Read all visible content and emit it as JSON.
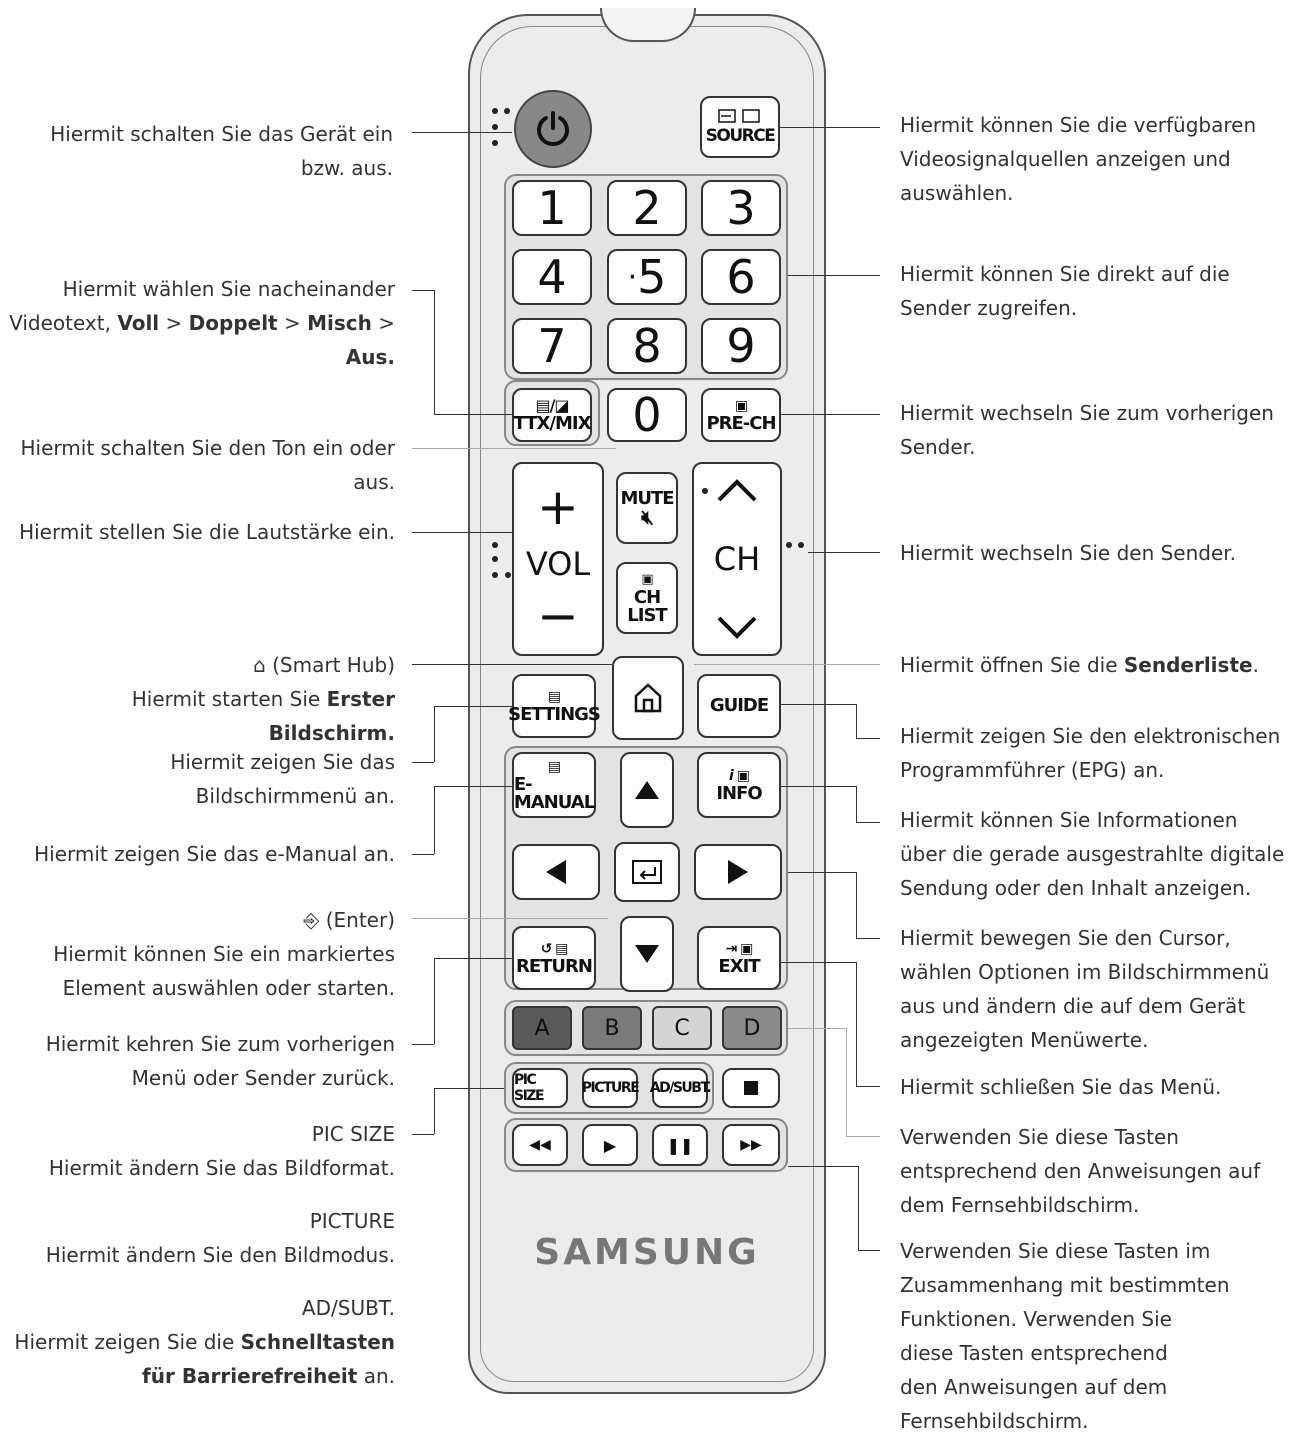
{
  "remote": {
    "brand": "SAMSUNG",
    "keys": {
      "source": "SOURCE",
      "n1": "1",
      "n2": "2",
      "n3": "3",
      "n4": "4",
      "n5": "5",
      "n6": "6",
      "n7": "7",
      "n8": "8",
      "n9": "9",
      "n0": "0",
      "ttx": "TTX/MIX",
      "prech": "PRE-CH",
      "vol": "VOL",
      "mute": "MUTE",
      "ch": "CH",
      "chlist_1": "CH",
      "chlist_2": "LIST",
      "settings": "SETTINGS",
      "guide": "GUIDE",
      "emanual": "E-MANUAL",
      "info": "INFO",
      "return": "RETURN",
      "exit": "EXIT",
      "a": "A",
      "b": "B",
      "c": "C",
      "d": "D",
      "picsize": "PIC SIZE",
      "picture": "PICTURE",
      "adsubt": "AD/SUBT."
    },
    "color_keys": {
      "a": "#5a5a5a",
      "b": "#7a7a7a",
      "c": "#d4d4d4",
      "d": "#8a8a8a"
    }
  },
  "left_labels": {
    "power": [
      "Hiermit schalten Sie das Gerät ein",
      "bzw. aus."
    ],
    "ttx_1": "Hiermit wählen Sie nacheinander",
    "ttx_2a": "Videotext, ",
    "ttx_2b": "Voll",
    "ttx_2c": " > ",
    "ttx_2d": "Doppelt",
    "ttx_2e": " > ",
    "ttx_2f": "Misch",
    "ttx_2g": " >",
    "ttx_3": "Aus.",
    "mute": [
      "Hiermit schalten Sie den Ton ein oder",
      "aus."
    ],
    "vol": "Hiermit stellen Sie die Lautstärke ein.",
    "smarthub_title": "(Smart Hub)",
    "smarthub_a": "Hiermit starten Sie ",
    "smarthub_b": "Erster Bildschirm.",
    "settings": [
      "Hiermit zeigen Sie das",
      "Bildschirmmenü an."
    ],
    "emanual": "Hiermit zeigen Sie das e-Manual an.",
    "enter_title": "(Enter)",
    "enter": [
      "Hiermit können Sie ein markiertes",
      "Element auswählen oder starten."
    ],
    "return": [
      "Hiermit kehren Sie zum vorherigen",
      "Menü oder Sender zurück."
    ],
    "picsize_title": "PIC SIZE",
    "picsize": "Hiermit ändern Sie das Bildformat.",
    "picture_title": "PICTURE",
    "picture": "Hiermit ändern Sie den Bildmodus.",
    "adsubt_title": "AD/SUBT.",
    "adsubt_a": "Hiermit zeigen Sie die ",
    "adsubt_b": "Schnelltasten",
    "adsubt_c": "für ",
    "adsubt_d": "Barrierefreiheit",
    "adsubt_e": " an."
  },
  "right_labels": {
    "source": [
      "Hiermit können Sie die verfügbaren",
      "Videosignalquellen anzeigen und",
      "auswählen."
    ],
    "numbers": [
      "Hiermit können Sie direkt auf die",
      "Sender zugreifen."
    ],
    "prech": [
      "Hiermit wechseln Sie zum vorherigen",
      "Sender."
    ],
    "ch": "Hiermit wechseln Sie den Sender.",
    "chlist_a": "Hiermit öffnen Sie die ",
    "chlist_b": "Senderliste",
    "chlist_c": ".",
    "guide": [
      "Hiermit zeigen Sie den elektronischen",
      "Programmführer (EPG) an."
    ],
    "info": [
      "Hiermit können Sie Informationen",
      "über die gerade ausgestrahlte digitale",
      "Sendung oder den Inhalt anzeigen."
    ],
    "cursor": [
      "Hiermit bewegen Sie den Cursor,",
      "wählen Optionen im Bildschirmmenü",
      "aus und ändern die auf dem Gerät",
      "angezeigten Menüwerte."
    ],
    "exit": "Hiermit schließen Sie das Menü.",
    "color": [
      "Verwenden Sie diese Tasten",
      "entsprechend den Anweisungen auf",
      "dem Fernsehbildschirm."
    ],
    "media": [
      "Verwenden Sie diese Tasten im",
      "Zusammenhang mit bestimmten",
      "Funktionen. Verwenden Sie",
      "diese Tasten entsprechend",
      "den Anweisungen auf dem",
      "Fernsehbildschirm."
    ]
  }
}
